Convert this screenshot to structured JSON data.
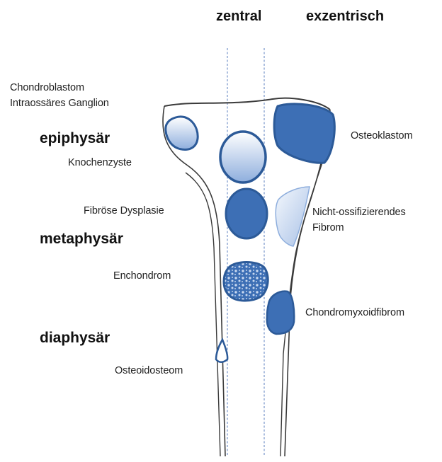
{
  "headers": {
    "central": "zentral",
    "eccentric": "exzentrisch"
  },
  "zones": {
    "epiphysis": "epiphysär",
    "metaphysis": "metaphysär",
    "diaphysis": "diaphysär"
  },
  "lesions": {
    "chondroblastom": "Chondroblastom",
    "ganglion": "Intraossäres Ganglion",
    "knochenzyste": "Knochenzyste",
    "fibroese_dysplasie": "Fibröse Dysplasie",
    "enchondrom": "Enchondrom",
    "osteoidosteom": "Osteoidosteom",
    "osteoklastom": "Osteoklastom",
    "nof_line1": "Nicht-ossifizierendes",
    "nof_line2": "Fibrom",
    "chondromyxoidfibrom": "Chondromyxoidfibrom"
  },
  "colors": {
    "solid_fill": "#3d6fb5",
    "outline": "#2c5a98",
    "gradient_light": "#ffffff",
    "gradient_dark": "#8eaedd",
    "bone_line": "#3a3a3a",
    "guide_line": "#5b7fbf"
  }
}
